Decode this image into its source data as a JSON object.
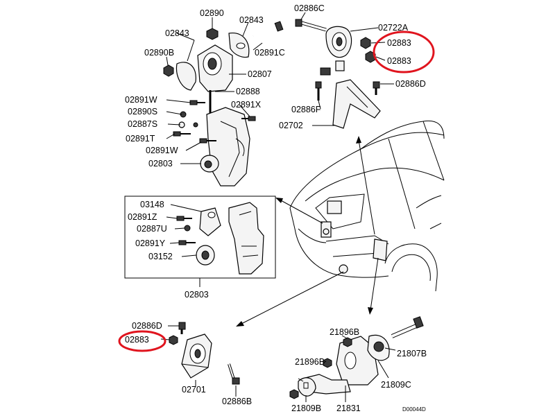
{
  "labels": {
    "l02890": "02890",
    "l02843a": "02843",
    "l02843b": "02843",
    "l02890B": "02890B",
    "l02891C": "02891C",
    "l02807": "02807",
    "l02888": "02888",
    "l02891W_a": "02891W",
    "l02890S": "02890S",
    "l02891X": "02891X",
    "l02887S": "02887S",
    "l02891T": "02891T",
    "l02891W_b": "02891W",
    "l02803_top": "02803",
    "l02886C": "02886C",
    "l02722A": "02722A",
    "l02883_a": "02883",
    "l02883_b": "02883",
    "l02886D_top": "02886D",
    "l02886F": "02886F",
    "l02702": "02702",
    "l03148": "03148",
    "l02891Z": "02891Z",
    "l02887U": "02887U",
    "l02891Y": "02891Y",
    "l03152": "03152",
    "l02803_box": "02803",
    "l02886D_bot": "02886D",
    "l02883_c": "02883",
    "l02701": "02701",
    "l02886B": "02886B",
    "l21896B_a": "21896B",
    "l21896B_b": "21896B",
    "l21807B": "21807B",
    "l21809C": "21809C",
    "l21809B": "21809B",
    "l21831": "21831",
    "l_code": "D00044D"
  },
  "highlight_color": "#e0141e"
}
